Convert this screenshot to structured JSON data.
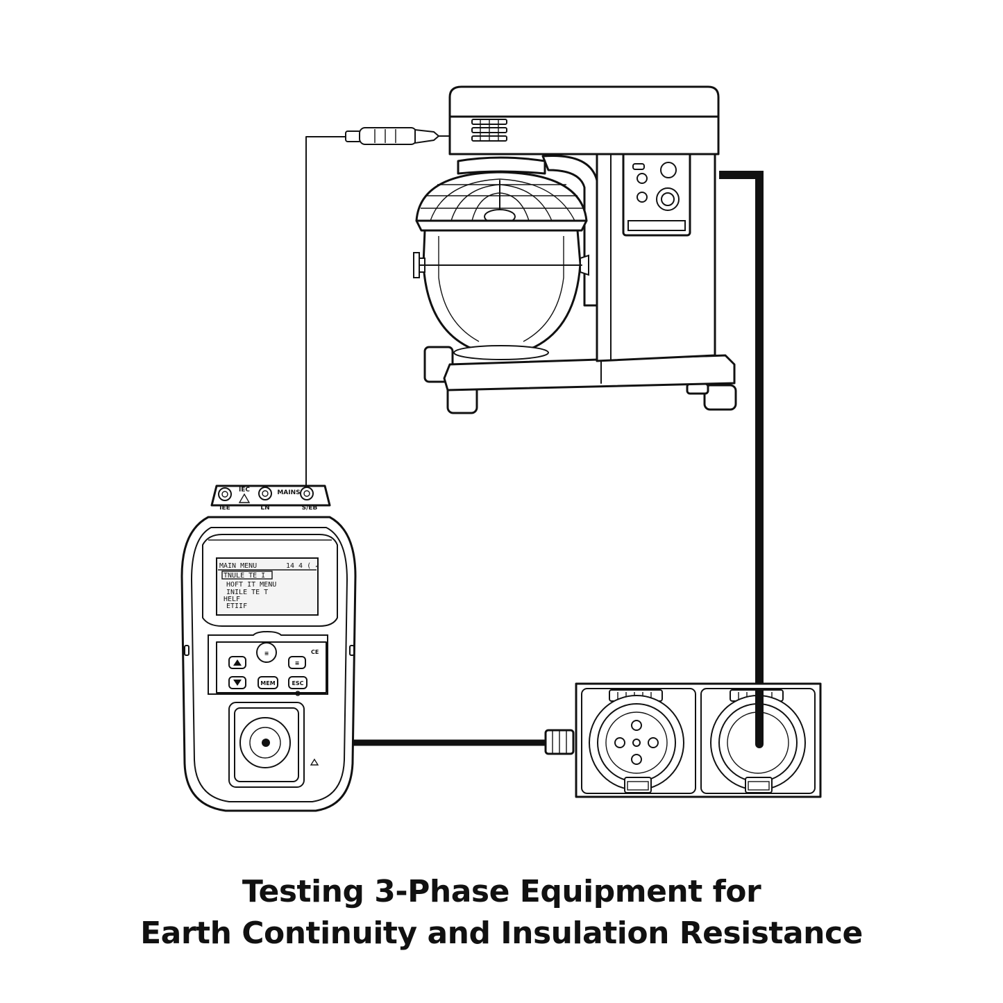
{
  "caption": {
    "line1": "Testing 3-Phase Equipment for",
    "line2": "Earth Continuity and Insulation Resistance"
  },
  "tester": {
    "terminals": {
      "iee": "IEE",
      "iec": "IEC",
      "ln": "LN",
      "mains": "MAINS",
      "seb": "S/EB"
    },
    "display": {
      "header": "MAIN MENU",
      "header_right": "14 4  ( ✓",
      "menu_items": [
        "TNULE TE  I",
        "HOFT  IT MENU",
        "INILE TE  T",
        "HELF",
        "ETIIF"
      ]
    },
    "keys": {
      "mem": "MEM",
      "esc": "ESC"
    },
    "ce_mark": "CE"
  },
  "colors": {
    "line": "#111111",
    "background": "#ffffff"
  }
}
